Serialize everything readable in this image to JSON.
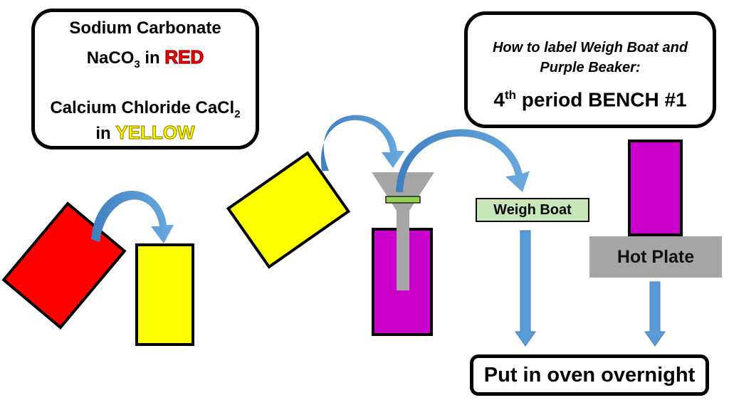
{
  "legend": {
    "line1": "Sodium Carbonate",
    "line2_prefix": "NaCO",
    "line2_sub": "3",
    "line2_mid": " in ",
    "red_word": "RED",
    "line3_prefix": "Calcium Chloride CaCl",
    "line3_sub": "2",
    "line4_prefix": "in ",
    "yellow_word": "YELLOW"
  },
  "label_box": {
    "line1": "How to label Weigh Boat and",
    "line2": "Purple Beaker:",
    "period_num": "4",
    "period_sup": "th",
    "period_rest": " period  BENCH #1"
  },
  "weigh_boat": "Weigh Boat",
  "hot_plate": "Hot Plate",
  "oven": "Put in oven overnight",
  "colors": {
    "red": "#ff0000",
    "yellow": "#ffff00",
    "purple": "#cc00cc",
    "funnel_gray": "#a6a6a6",
    "arrow_blue": "#5b9bd5",
    "filter_green": "#92d050"
  }
}
